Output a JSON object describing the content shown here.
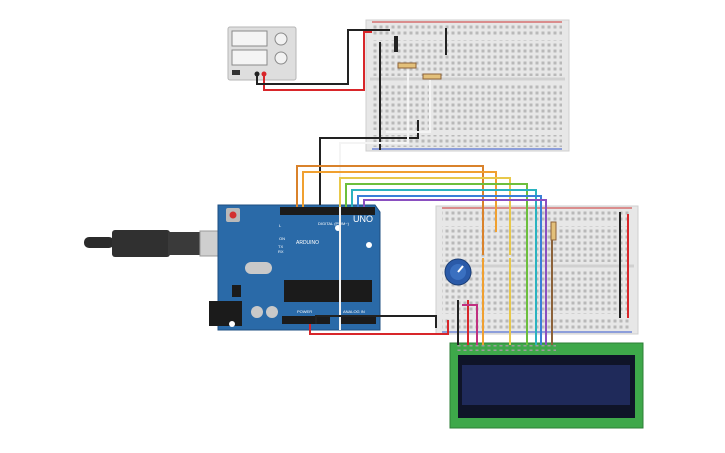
{
  "canvas": {
    "background": "#ffffff"
  },
  "arduino": {
    "brand": "ARDUINO",
    "model": "UNO",
    "digital_label": "DIGITAL (PWM~)",
    "power_label": "POWER",
    "analog_label": "ANALOG IN",
    "on_label": "ON",
    "l_label": "L",
    "tx_label": "TX",
    "rx_label": "RX",
    "color": "#2a6aa8"
  },
  "wire_colors": {
    "orange_dark": "#d9822b",
    "orange": "#f0a030",
    "yellow": "#e8c84a",
    "green": "#6cbf3c",
    "teal": "#2ab3c0",
    "blue": "#3a7fd8",
    "purple": "#8a4fc0",
    "red": "#d8262a",
    "black": "#222222",
    "white": "#f4f4f4",
    "brown": "#8c6239"
  },
  "lcd": {
    "board_color": "#3ea84a",
    "screen_color": "#1f2a5a"
  }
}
